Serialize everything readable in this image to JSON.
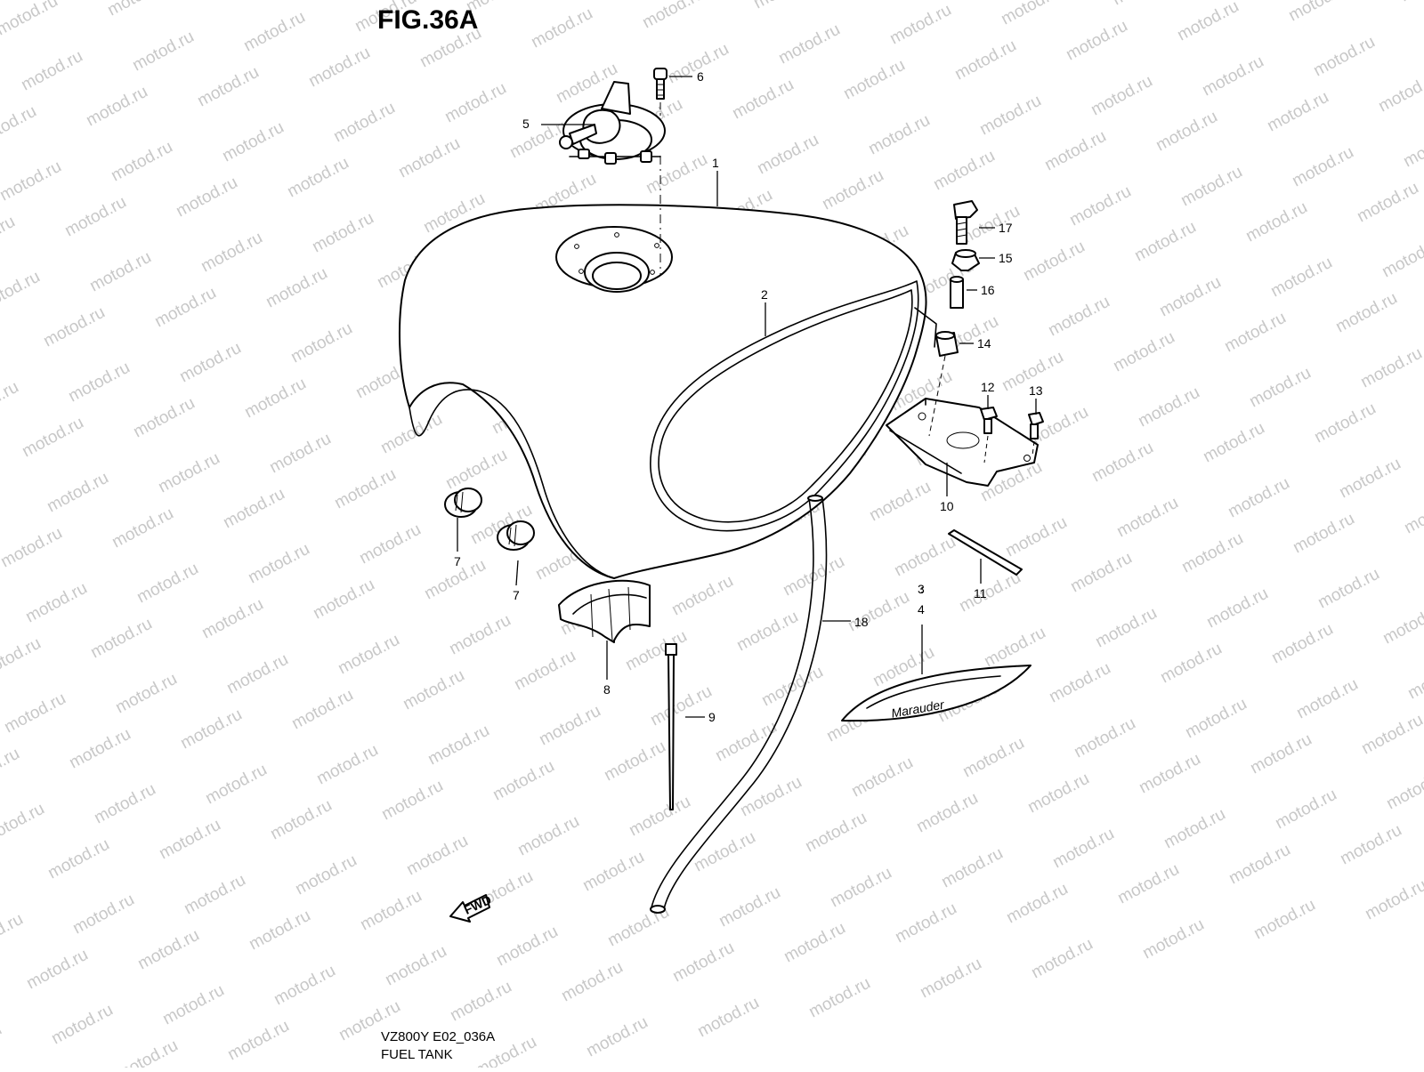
{
  "figure": {
    "title": "FIG.36A",
    "model_code": "VZ800Y E02_036A",
    "section_name": "FUEL TANK"
  },
  "watermark": {
    "text": "motod.ru"
  },
  "callouts": {
    "p1": "1",
    "p2": "2",
    "p3": "3",
    "p4": "4",
    "p5": "5",
    "p6": "6",
    "p7a": "7",
    "p7b": "7",
    "p8": "8",
    "p9": "9",
    "p10": "10",
    "p11": "11",
    "p12": "12",
    "p13": "13",
    "p14": "14",
    "p15": "15",
    "p16": "16",
    "p17": "17",
    "p18": "18"
  },
  "emblem": {
    "text": "Marauder"
  },
  "direction_arrow": {
    "text": "FWD"
  }
}
